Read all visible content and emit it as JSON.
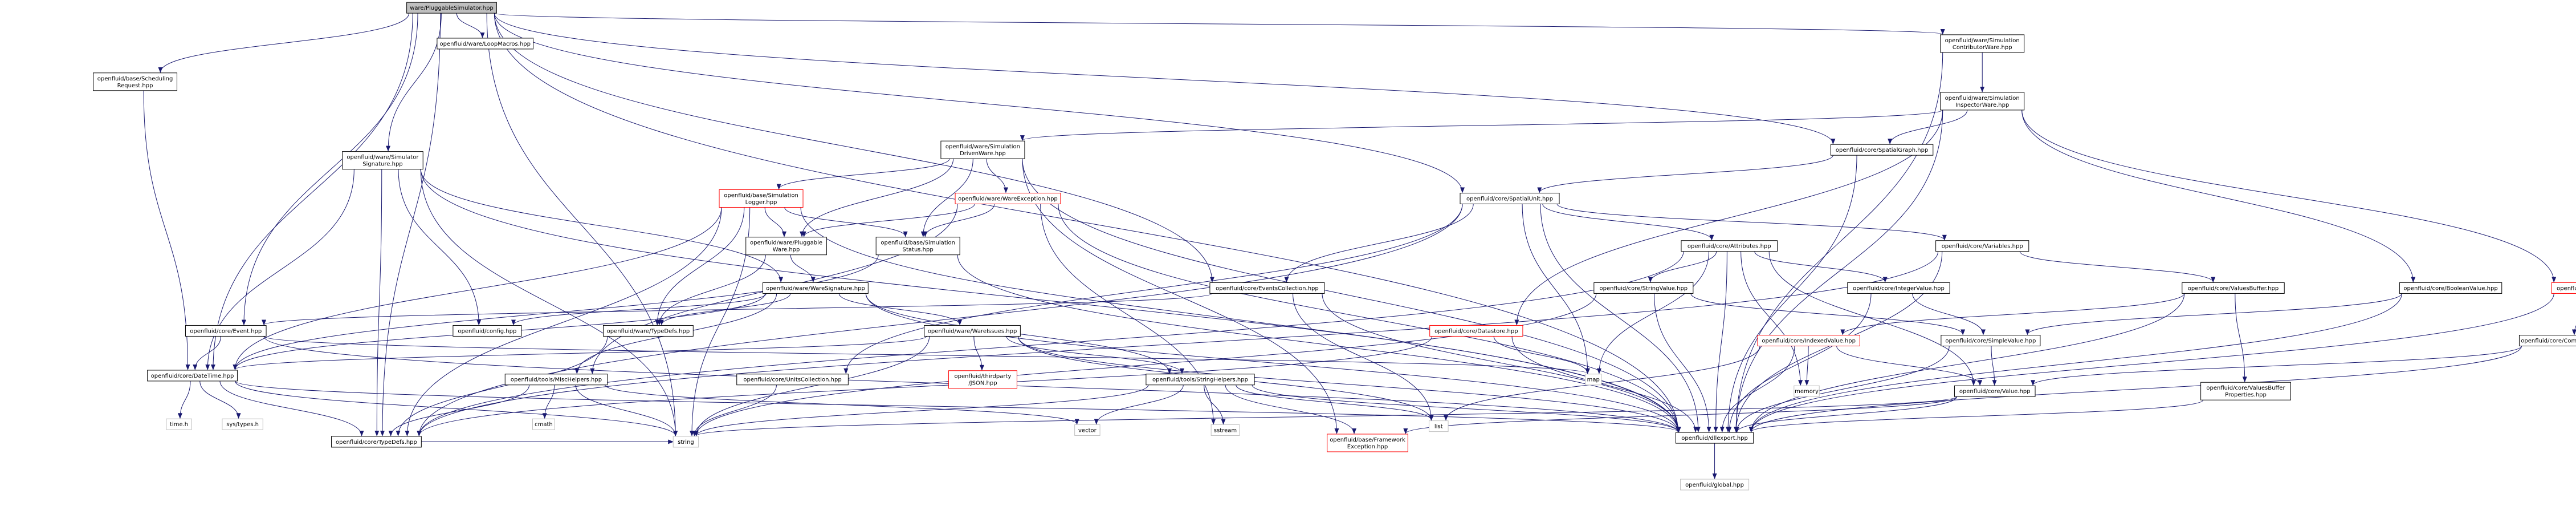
{
  "colors": {
    "edge": "#191970",
    "border_normal": "#000000",
    "border_red": "#ff0000",
    "border_gray": "#bfbfbf",
    "fill_root": "#bfbfbf",
    "fill_normal": "#ffffff",
    "text": "#000000"
  },
  "nodes": [
    {
      "id": "root",
      "lines": [
        "ware/PluggableSimulator.hpp"
      ],
      "style": "root"
    },
    {
      "id": "loopmacros",
      "lines": [
        "openfluid/ware/LoopMacros.hpp"
      ],
      "style": "normal"
    },
    {
      "id": "schedreq",
      "lines": [
        "openfluid/base/Scheduling",
        "Request.hpp"
      ],
      "style": "normal"
    },
    {
      "id": "simsig",
      "lines": [
        "openfluid/ware/Simulator",
        "Signature.hpp"
      ],
      "style": "normal"
    },
    {
      "id": "contribware",
      "lines": [
        "openfluid/ware/Simulation",
        "ContributorWare.hpp"
      ],
      "style": "normal"
    },
    {
      "id": "inspectware",
      "lines": [
        "openfluid/ware/Simulation",
        "InspectorWare.hpp"
      ],
      "style": "normal"
    },
    {
      "id": "drivenware",
      "lines": [
        "openfluid/ware/Simulation",
        "DrivenWare.hpp"
      ],
      "style": "normal"
    },
    {
      "id": "spatialgraph",
      "lines": [
        "openfluid/core/SpatialGraph.hpp"
      ],
      "style": "normal"
    },
    {
      "id": "simlogger",
      "lines": [
        "openfluid/base/Simulation",
        "Logger.hpp"
      ],
      "style": "red"
    },
    {
      "id": "wareexc",
      "lines": [
        "openfluid/ware/WareException.hpp"
      ],
      "style": "red"
    },
    {
      "id": "spatialunit",
      "lines": [
        "openfluid/core/SpatialUnit.hpp"
      ],
      "style": "normal"
    },
    {
      "id": "pluggware",
      "lines": [
        "openfluid/ware/Pluggable",
        "Ware.hpp"
      ],
      "style": "normal"
    },
    {
      "id": "simstatus",
      "lines": [
        "openfluid/base/Simulation",
        "Status.hpp"
      ],
      "style": "normal"
    },
    {
      "id": "attributes",
      "lines": [
        "openfluid/core/Attributes.hpp"
      ],
      "style": "normal"
    },
    {
      "id": "variables",
      "lines": [
        "openfluid/core/Variables.hpp"
      ],
      "style": "normal"
    },
    {
      "id": "waresig",
      "lines": [
        "openfluid/ware/WareSignature.hpp"
      ],
      "style": "normal"
    },
    {
      "id": "eventscoll",
      "lines": [
        "openfluid/core/EventsCollection.hpp"
      ],
      "style": "normal"
    },
    {
      "id": "stringvalue",
      "lines": [
        "openfluid/core/StringValue.hpp"
      ],
      "style": "normal"
    },
    {
      "id": "integervalue",
      "lines": [
        "openfluid/core/IntegerValue.hpp"
      ],
      "style": "normal"
    },
    {
      "id": "valuesbuffer",
      "lines": [
        "openfluid/core/ValuesBuffer.hpp"
      ],
      "style": "normal"
    },
    {
      "id": "booleanvalue",
      "lines": [
        "openfluid/core/BooleanValue.hpp"
      ],
      "style": "normal"
    },
    {
      "id": "matrixvalue",
      "lines": [
        "openfluid/core/MatrixValue.hpp"
      ],
      "style": "red"
    },
    {
      "id": "event",
      "lines": [
        "openfluid/core/Event.hpp"
      ],
      "style": "normal"
    },
    {
      "id": "config",
      "lines": [
        "openfluid/config.hpp"
      ],
      "style": "normal"
    },
    {
      "id": "waretypedefs",
      "lines": [
        "openfluid/ware/TypeDefs.hpp"
      ],
      "style": "normal"
    },
    {
      "id": "wareissues",
      "lines": [
        "openfluid/ware/WareIssues.hpp"
      ],
      "style": "normal"
    },
    {
      "id": "datastore",
      "lines": [
        "openfluid/core/Datastore.hpp"
      ],
      "style": "red"
    },
    {
      "id": "indexedvalue",
      "lines": [
        "openfluid/core/IndexedValue.hpp"
      ],
      "style": "red"
    },
    {
      "id": "simplevalue",
      "lines": [
        "openfluid/core/SimpleValue.hpp"
      ],
      "style": "normal"
    },
    {
      "id": "compoundvalue",
      "lines": [
        "openfluid/core/CompoundValue.hpp"
      ],
      "style": "normal"
    },
    {
      "id": "datetime",
      "lines": [
        "openfluid/core/DateTime.hpp"
      ],
      "style": "normal"
    },
    {
      "id": "unitscoll",
      "lines": [
        "openfluid/core/UnitsCollection.hpp"
      ],
      "style": "normal"
    },
    {
      "id": "mischelpers",
      "lines": [
        "openfluid/tools/MiscHelpers.hpp"
      ],
      "style": "normal"
    },
    {
      "id": "thirdjson",
      "lines": [
        "openfluid/thirdparty",
        "/JSON.hpp"
      ],
      "style": "red"
    },
    {
      "id": "stringhelpers",
      "lines": [
        "openfluid/tools/StringHelpers.hpp"
      ],
      "style": "normal"
    },
    {
      "id": "map",
      "lines": [
        "map"
      ],
      "style": "gray"
    },
    {
      "id": "memory",
      "lines": [
        "memory"
      ],
      "style": "gray"
    },
    {
      "id": "value",
      "lines": [
        "openfluid/core/Value.hpp"
      ],
      "style": "normal"
    },
    {
      "id": "valuesbufprops",
      "lines": [
        "openfluid/core/ValuesBuffer",
        "Properties.hpp"
      ],
      "style": "normal"
    },
    {
      "id": "timeh",
      "lines": [
        "time.h"
      ],
      "style": "gray"
    },
    {
      "id": "systypes",
      "lines": [
        "sys/types.h"
      ],
      "style": "gray"
    },
    {
      "id": "coretypedefs",
      "lines": [
        "openfluid/core/TypeDefs.hpp"
      ],
      "style": "normal"
    },
    {
      "id": "cmath",
      "lines": [
        "cmath"
      ],
      "style": "gray"
    },
    {
      "id": "string",
      "lines": [
        "string"
      ],
      "style": "gray"
    },
    {
      "id": "vector",
      "lines": [
        "vector"
      ],
      "style": "gray"
    },
    {
      "id": "sstream",
      "lines": [
        "sstream"
      ],
      "style": "gray"
    },
    {
      "id": "list",
      "lines": [
        "list"
      ],
      "style": "gray"
    },
    {
      "id": "fwexc",
      "lines": [
        "openfluid/base/Framework",
        "Exception.hpp"
      ],
      "style": "red"
    },
    {
      "id": "dllexport",
      "lines": [
        "openfluid/dllexport.hpp"
      ],
      "style": "normal"
    },
    {
      "id": "global",
      "lines": [
        "openfluid/global.hpp"
      ],
      "style": "gray"
    }
  ],
  "edges": [
    [
      "root",
      "loopmacros"
    ],
    [
      "root",
      "schedreq"
    ],
    [
      "root",
      "simsig"
    ],
    [
      "root",
      "contribware"
    ],
    [
      "root",
      "spatialgraph"
    ],
    [
      "root",
      "spatialunit"
    ],
    [
      "root",
      "eventscoll"
    ],
    [
      "root",
      "event"
    ],
    [
      "root",
      "datetime"
    ],
    [
      "root",
      "coretypedefs"
    ],
    [
      "root",
      "string"
    ],
    [
      "root",
      "dllexport"
    ],
    [
      "schedreq",
      "datetime"
    ],
    [
      "simsig",
      "waresig"
    ],
    [
      "simsig",
      "config"
    ],
    [
      "simsig",
      "datetime"
    ],
    [
      "simsig",
      "coretypedefs"
    ],
    [
      "simsig",
      "string"
    ],
    [
      "simsig",
      "dllexport"
    ],
    [
      "contribware",
      "inspectware"
    ],
    [
      "contribware",
      "dllexport"
    ],
    [
      "inspectware",
      "drivenware"
    ],
    [
      "inspectware",
      "spatialgraph"
    ],
    [
      "inspectware",
      "datastore"
    ],
    [
      "inspectware",
      "booleanvalue"
    ],
    [
      "inspectware",
      "matrixvalue"
    ],
    [
      "inspectware",
      "dllexport"
    ],
    [
      "drivenware",
      "simlogger"
    ],
    [
      "drivenware",
      "wareexc"
    ],
    [
      "drivenware",
      "pluggware"
    ],
    [
      "drivenware",
      "simstatus"
    ],
    [
      "drivenware",
      "fwexc"
    ],
    [
      "drivenware",
      "dllexport"
    ],
    [
      "spatialgraph",
      "spatialunit"
    ],
    [
      "spatialgraph",
      "dllexport"
    ],
    [
      "simlogger",
      "pluggware"
    ],
    [
      "simlogger",
      "simstatus"
    ],
    [
      "simlogger",
      "datetime"
    ],
    [
      "simlogger",
      "waretypedefs"
    ],
    [
      "simlogger",
      "coretypedefs"
    ],
    [
      "simlogger",
      "string"
    ],
    [
      "simlogger",
      "dllexport"
    ],
    [
      "wareexc",
      "pluggware"
    ],
    [
      "wareexc",
      "simstatus"
    ],
    [
      "wareexc",
      "mischelpers"
    ],
    [
      "wareexc",
      "sstream"
    ],
    [
      "wareexc",
      "dllexport"
    ],
    [
      "spatialunit",
      "attributes"
    ],
    [
      "spatialunit",
      "variables"
    ],
    [
      "spatialunit",
      "eventscoll"
    ],
    [
      "spatialunit",
      "unitscoll"
    ],
    [
      "spatialunit",
      "map"
    ],
    [
      "spatialunit",
      "coretypedefs"
    ],
    [
      "spatialunit",
      "dllexport"
    ],
    [
      "pluggware",
      "waresig"
    ],
    [
      "pluggware",
      "waretypedefs"
    ],
    [
      "simstatus",
      "datetime"
    ],
    [
      "simstatus",
      "dllexport"
    ],
    [
      "attributes",
      "stringvalue"
    ],
    [
      "attributes",
      "integervalue"
    ],
    [
      "attributes",
      "value"
    ],
    [
      "attributes",
      "map"
    ],
    [
      "attributes",
      "memory"
    ],
    [
      "attributes",
      "coretypedefs"
    ],
    [
      "attributes",
      "dllexport"
    ],
    [
      "variables",
      "valuesbuffer"
    ],
    [
      "variables",
      "coretypedefs"
    ],
    [
      "variables",
      "dllexport"
    ],
    [
      "waresig",
      "waretypedefs"
    ],
    [
      "waresig",
      "wareissues"
    ],
    [
      "waresig",
      "datetime"
    ],
    [
      "waresig",
      "config"
    ],
    [
      "waresig",
      "mischelpers"
    ],
    [
      "waresig",
      "stringhelpers"
    ],
    [
      "waresig",
      "dllexport"
    ],
    [
      "eventscoll",
      "event"
    ],
    [
      "eventscoll",
      "list"
    ],
    [
      "eventscoll",
      "dllexport"
    ],
    [
      "stringvalue",
      "simplevalue"
    ],
    [
      "stringvalue",
      "string"
    ],
    [
      "stringvalue",
      "dllexport"
    ],
    [
      "integervalue",
      "simplevalue"
    ],
    [
      "integervalue",
      "dllexport"
    ],
    [
      "valuesbuffer",
      "indexedvalue"
    ],
    [
      "valuesbuffer",
      "valuesbufprops"
    ],
    [
      "valuesbuffer",
      "dllexport"
    ],
    [
      "booleanvalue",
      "simplevalue"
    ],
    [
      "booleanvalue",
      "dllexport"
    ],
    [
      "matrixvalue",
      "compoundvalue"
    ],
    [
      "matrixvalue",
      "dllexport"
    ],
    [
      "event",
      "datetime"
    ],
    [
      "event",
      "map"
    ],
    [
      "event",
      "dllexport"
    ],
    [
      "waretypedefs",
      "coretypedefs"
    ],
    [
      "wareissues",
      "thirdjson"
    ],
    [
      "wareissues",
      "stringhelpers"
    ],
    [
      "wareissues",
      "datetime"
    ],
    [
      "wareissues",
      "string"
    ],
    [
      "wareissues",
      "list"
    ],
    [
      "wareissues",
      "dllexport"
    ],
    [
      "datastore",
      "map"
    ],
    [
      "datastore",
      "coretypedefs"
    ],
    [
      "datastore",
      "dllexport"
    ],
    [
      "indexedvalue",
      "value"
    ],
    [
      "indexedvalue",
      "list"
    ],
    [
      "indexedvalue",
      "memory"
    ],
    [
      "indexedvalue",
      "dllexport"
    ],
    [
      "simplevalue",
      "value"
    ],
    [
      "simplevalue",
      "dllexport"
    ],
    [
      "compoundvalue",
      "value"
    ],
    [
      "compoundvalue",
      "dllexport"
    ],
    [
      "datetime",
      "timeh"
    ],
    [
      "datetime",
      "systypes"
    ],
    [
      "datetime",
      "coretypedefs"
    ],
    [
      "datetime",
      "string"
    ],
    [
      "datetime",
      "dllexport"
    ],
    [
      "unitscoll",
      "string"
    ],
    [
      "mischelpers",
      "cmath"
    ],
    [
      "mischelpers",
      "string"
    ],
    [
      "mischelpers",
      "coretypedefs"
    ],
    [
      "mischelpers",
      "vector"
    ],
    [
      "stringhelpers",
      "string"
    ],
    [
      "stringhelpers",
      "vector"
    ],
    [
      "stringhelpers",
      "sstream"
    ],
    [
      "stringhelpers",
      "list"
    ],
    [
      "stringhelpers",
      "fwexc"
    ],
    [
      "stringhelpers",
      "dllexport"
    ],
    [
      "value",
      "string"
    ],
    [
      "value",
      "fwexc"
    ],
    [
      "value",
      "dllexport"
    ],
    [
      "valuesbufprops",
      "dllexport"
    ],
    [
      "coretypedefs",
      "string"
    ],
    [
      "dllexport",
      "global"
    ]
  ]
}
